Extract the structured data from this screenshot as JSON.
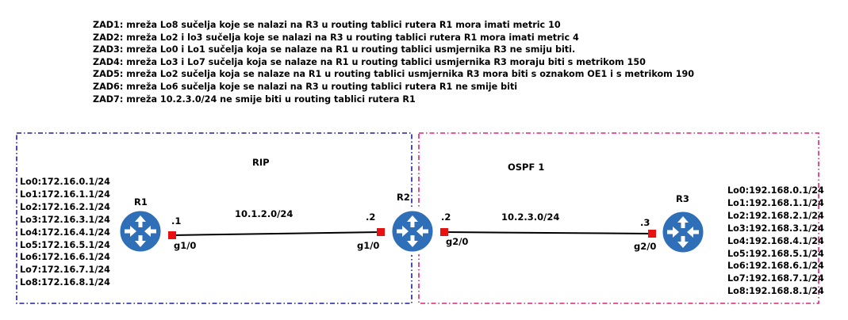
{
  "tasks": [
    "ZAD1: mreža Lo8 sučelja koje se nalazi na R3 u routing tablici rutera R1 mora imati metric 10",
    "ZAD2: mreža Lo2 i lo3 sučelja koje se nalazi na R3 u routing tablici rutera R1 mora imati metric 4",
    "ZAD3: mreža Lo0 i Lo1 sučelja koja se nalaze na R1 u routing tablici usmjernika R3 ne smiju biti.",
    "ZAD4: mreža Lo3 i Lo7 sučelja koja se nalaze na R1 u routing tablici usmjernika R3 moraju biti s metrikom 150",
    "ZAD5: mreža Lo2 sučelja koja se nalaze na R1 u routing tablici usmjernika R3 mora biti s oznakom OE1 i s metrikom 190",
    "ZAD6: mreža Lo6 sučelja koje se nalazi na R3 u routing tablici rutera R1 ne smije biti",
    "ZAD7: mreža 10.2.3.0/24 ne smije biti u routing tablici rutera R1"
  ],
  "areas": {
    "rip": {
      "label": "RIP",
      "color": "#1f1fa0"
    },
    "ospf": {
      "label": "OSPF 1",
      "color": "#e0207a"
    }
  },
  "routers": {
    "r1": {
      "name": "R1",
      "loopbacks": [
        "Lo0:172.16.0.1/24",
        "Lo1:172.16.1.1/24",
        "Lo2:172.16.2.1/24",
        "Lo3:172.16.3.1/24",
        "Lo4:172.16.4.1/24",
        "Lo5:172.16.5.1/24",
        "Lo6:172.16.6.1/24",
        "Lo7:172.16.7.1/24",
        "Lo8:172.16.8.1/24"
      ]
    },
    "r2": {
      "name": "R2"
    },
    "r3": {
      "name": "R3",
      "loopbacks": [
        "Lo0:192.168.0.1/24",
        "Lo1:192.168.1.1/24",
        "Lo2:192.168.2.1/24",
        "Lo3:192.168.3.1/24",
        "Lo4:192.168.4.1/24",
        "Lo5:192.168.5.1/24",
        "Lo6:192.168.6.1/24",
        "Lo7:192.168.7.1/24",
        "Lo8:192.168.8.1/24"
      ]
    }
  },
  "links": [
    {
      "network": "10.1.2.0/24",
      "a_host": ".1",
      "a_if": "g1/0",
      "b_host": ".2",
      "b_if": "g1/0"
    },
    {
      "network": "10.2.3.0/24",
      "a_host": ".2",
      "a_if": "g2/0",
      "b_host": ".3",
      "b_if": "g2/0"
    }
  ],
  "colors": {
    "router_fill": "#2e6fb7",
    "router_ring": "#ffffff",
    "port": "#e81010",
    "link": "#000000"
  }
}
